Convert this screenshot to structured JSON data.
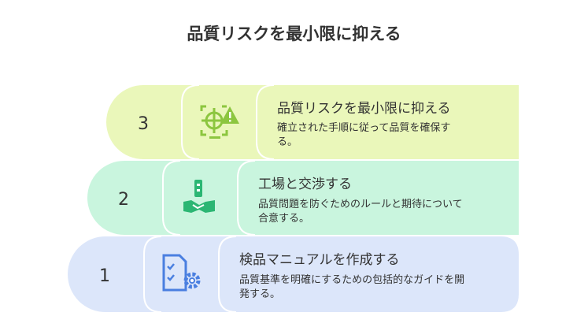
{
  "title": "品質リスクを最小限に抑える",
  "steps": [
    {
      "number": "3",
      "title": "品質リスクを最小限に抑える",
      "description_lines": [
        "確立された手順に従って品質を確保す",
        "る。"
      ],
      "icon": "target-warning-icon",
      "color": "#eaf7ba"
    },
    {
      "number": "2",
      "title": "工場と交渉する",
      "description_lines": [
        "品質問題を防ぐためのルールと期待について",
        "合意する。"
      ],
      "icon": "factory-handshake-icon",
      "color": "#c9f5de"
    },
    {
      "number": "1",
      "title": "検品マニュアルを作成する",
      "description_lines": [
        "品質基準を明確にするための包括的なガイドを開",
        "発する。"
      ],
      "icon": "checklist-gear-icon",
      "color": "#dce6fa"
    }
  ],
  "icon_colors": {
    "step3": "#8cc63f",
    "step2": "#2bb673",
    "step1": "#4a7fe0"
  }
}
